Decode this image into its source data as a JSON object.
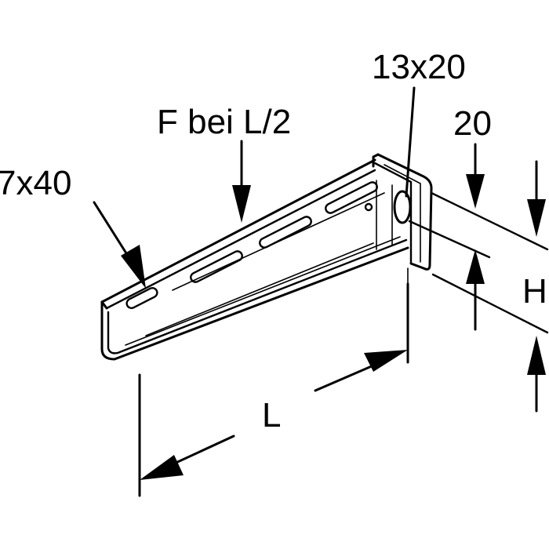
{
  "labels": {
    "slot_small": "7x40",
    "force": "F bei L/2",
    "slot_large": "13x20",
    "dim_20": "20",
    "dim_h": "H",
    "dim_l": "L"
  }
}
